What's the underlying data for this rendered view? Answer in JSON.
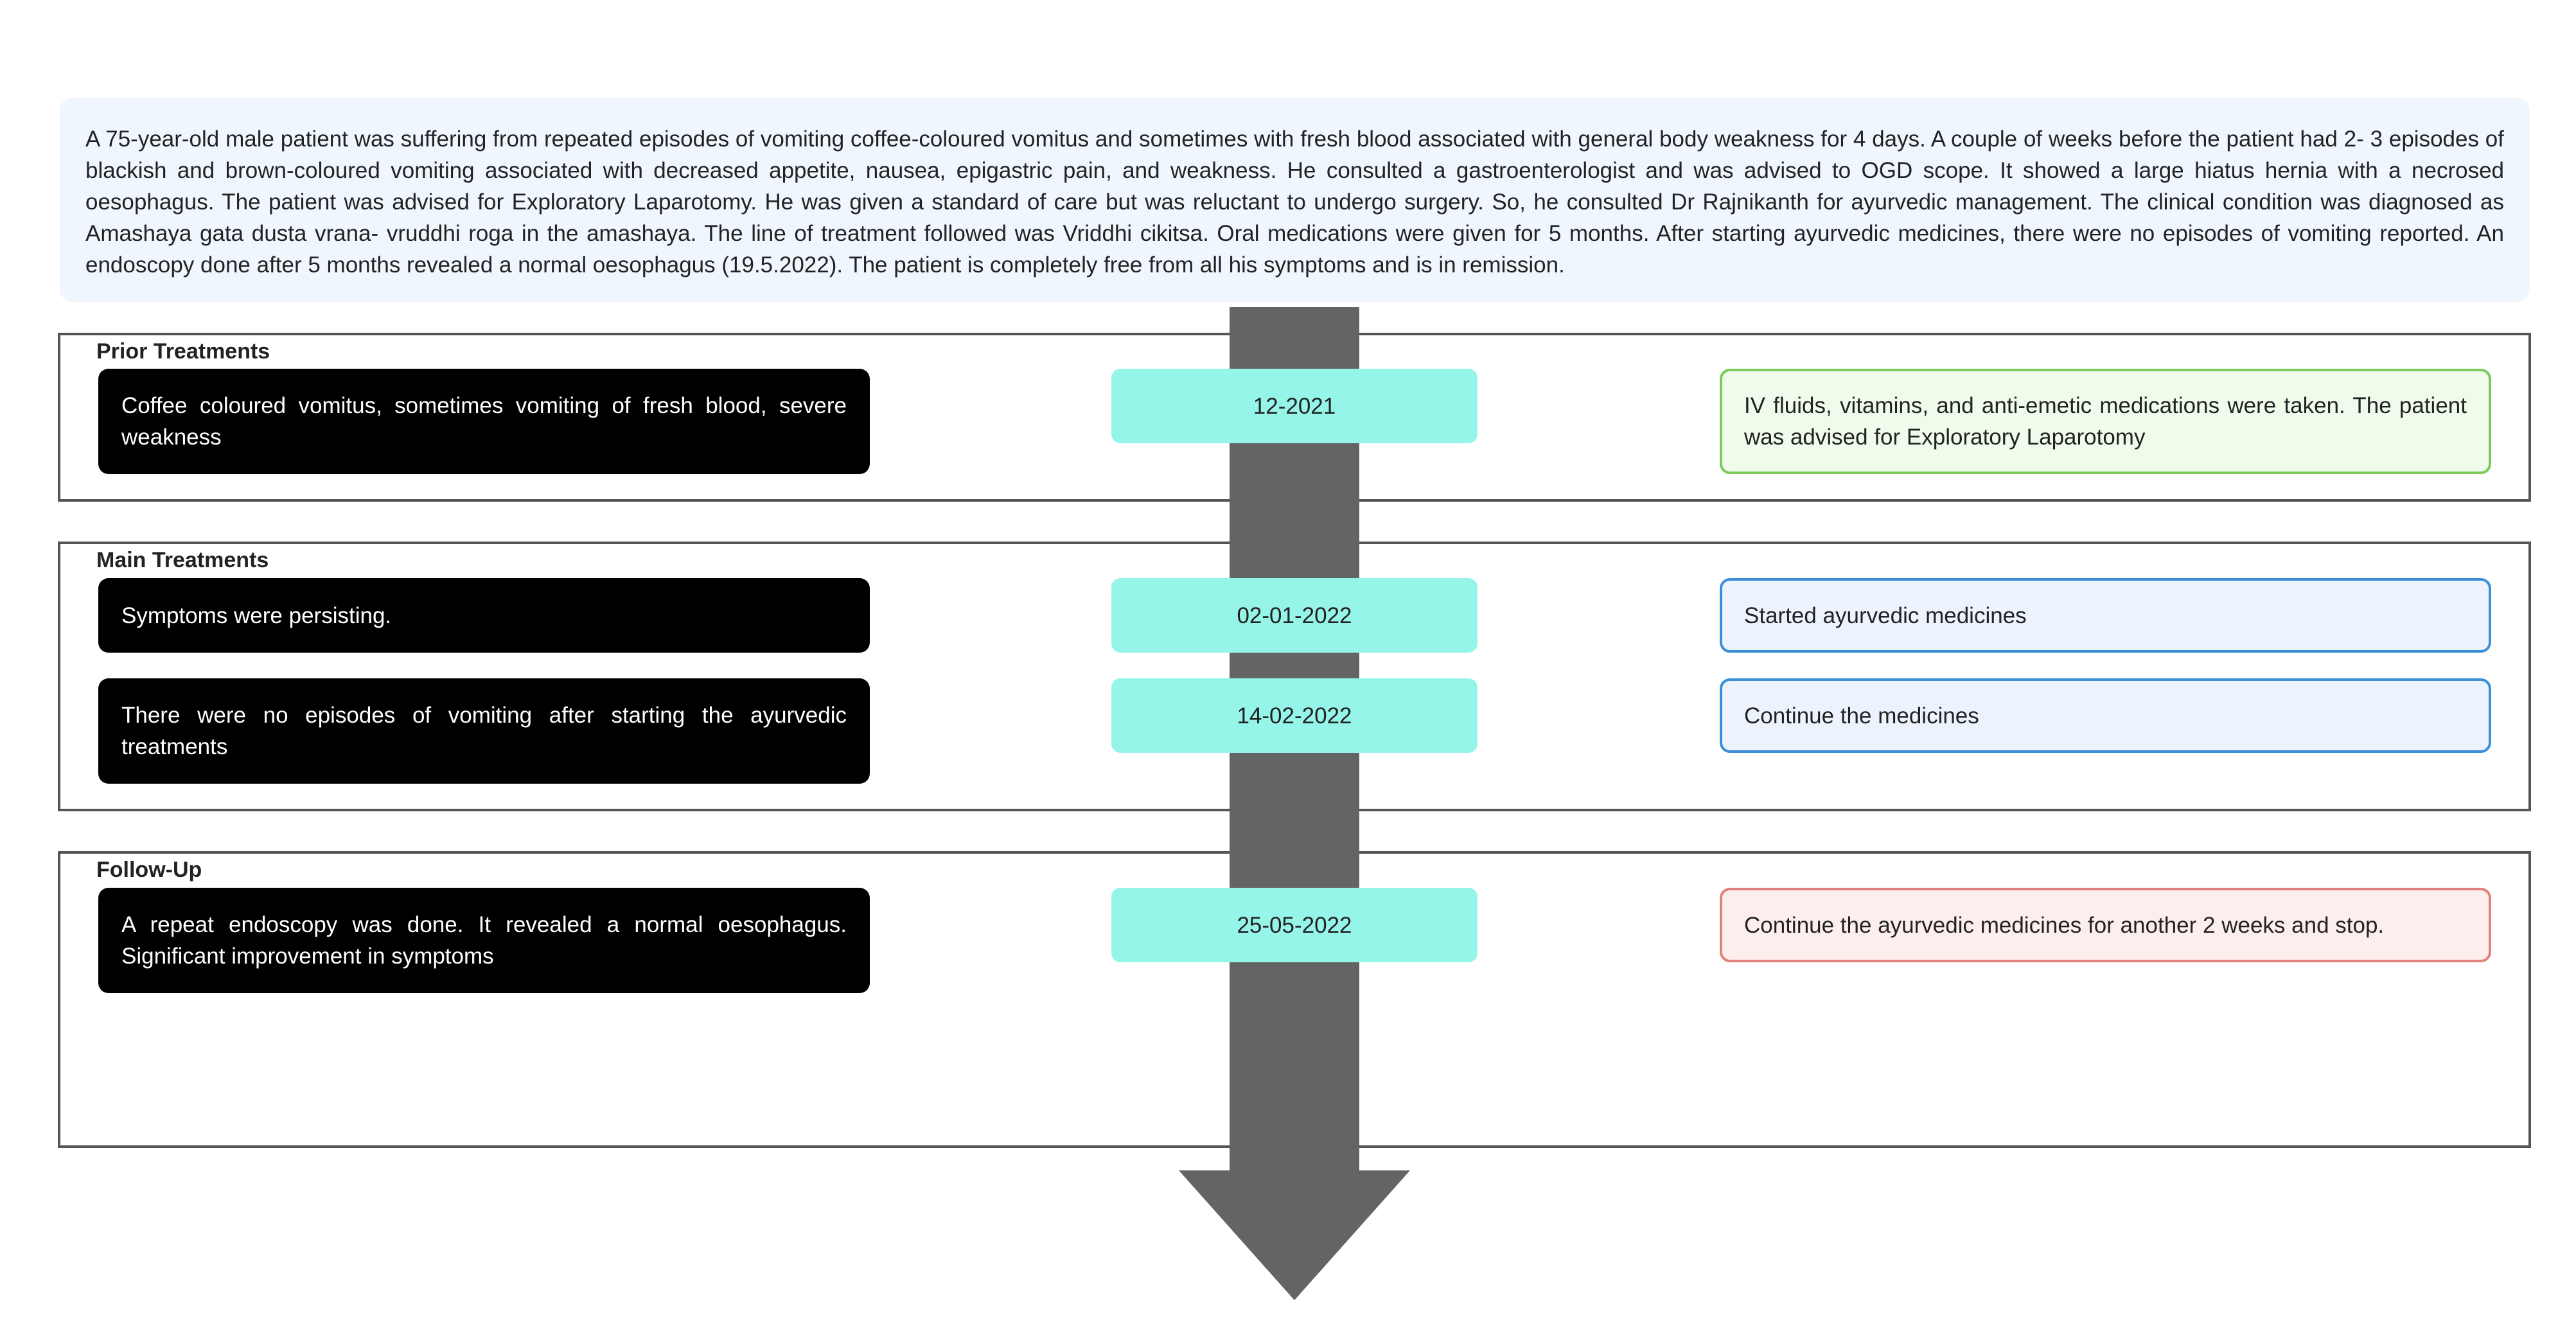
{
  "summary": "A 75-year-old male patient was suffering from repeated episodes of vomiting coffee-coloured vomitus and sometimes with fresh blood associated with general body weakness for 4 days. A couple of weeks before the patient had 2- 3 episodes of blackish and brown-coloured vomiting associated with decreased appetite, nausea, epigastric pain, and weakness. He consulted a gastroenterologist and was advised to OGD scope. It showed a large hiatus hernia with a necrosed oesophagus. The patient was advised for Exploratory Laparotomy. He was given a standard of care but was reluctant to undergo surgery. So, he consulted Dr Rajnikanth for ayurvedic management. The clinical condition was diagnosed as Amashaya gata dusta vrana- vruddhi roga in the amashaya. The line of treatment followed was Vriddhi cikitsa. Oral medications were given for 5 months. After starting ayurvedic medicines, there were no episodes of vomiting reported. An endoscopy done after 5 months revealed a normal oesophagus (19.5.2022). The patient is completely free from all his symptoms and is in remission.",
  "colors": {
    "timeline": "#646464",
    "date_fill": "#96f5e9",
    "prior_border": "#7ccb5a",
    "main_border": "#3b8fd8",
    "follow_border": "#e0827a"
  },
  "sections": [
    {
      "title": "Prior Treatments",
      "rows": [
        {
          "event": "Coffee coloured vomitus, sometimes vomiting of fresh blood, severe weakness",
          "date": "12-2021",
          "action": "IV fluids, vitamins, and anti-emetic medications were taken. The patient was advised for Exploratory Laparotomy"
        }
      ]
    },
    {
      "title": "Main Treatments",
      "rows": [
        {
          "event": "Symptoms were persisting.",
          "date": "02-01-2022",
          "action": "Started ayurvedic medicines"
        },
        {
          "event": "There were no episodes of vomiting after starting the ayurvedic treatments",
          "date": "14-02-2022",
          "action": "Continue the medicines"
        }
      ]
    },
    {
      "title": "Follow-Up",
      "rows": [
        {
          "event": "A repeat endoscopy was done. It revealed a normal oesophagus. Significant improvement in symptoms",
          "date": "25-05-2022",
          "action": "Continue the ayurvedic medicines for another 2 weeks and stop."
        }
      ]
    }
  ]
}
